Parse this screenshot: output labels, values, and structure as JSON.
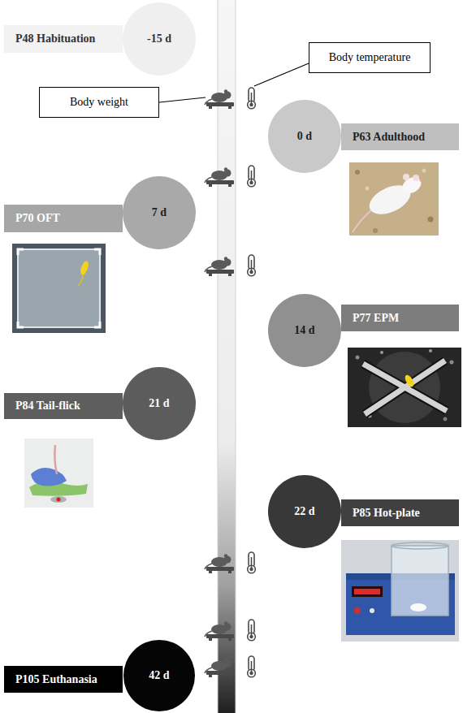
{
  "diagram": {
    "nodes": [
      {
        "text": [
          "P48 Habituation"
        ]
      },
      {
        "text": [
          "-15 d"
        ]
      },
      {
        "text": [
          "Body temperature"
        ]
      },
      {
        "text": [
          "Body weight"
        ]
      },
      {
        "text": [
          "0 d"
        ]
      },
      {
        "text": [
          "P63 Adulthood"
        ]
      },
      {
        "text": [
          "7 d"
        ]
      },
      {
        "text": [
          "P70 OFT"
        ]
      },
      {
        "text": [
          "14 d"
        ]
      },
      {
        "text": [
          "P77 EPM"
        ]
      },
      {
        "text": [
          "21 d"
        ]
      },
      {
        "text": [
          "P84 Tail-flick"
        ]
      },
      {
        "text": [
          "22 d"
        ]
      },
      {
        "text": [
          "P85 Hot-plate"
        ]
      },
      {
        "text": [
          "42 d"
        ]
      },
      {
        "text": [
          "P105 Euthanasia"
        ]
      }
    ]
  }
}
